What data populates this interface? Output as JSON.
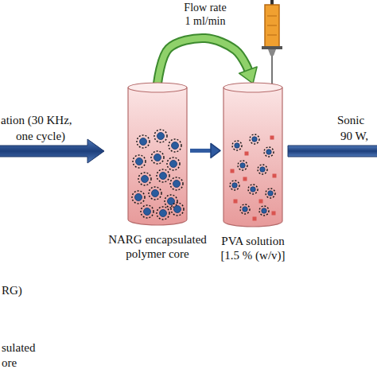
{
  "diagram": {
    "nodes": [
      {
        "text": [
          "NARG encapsulated polymer core"
        ]
      },
      {
        "text": [
          "PVA solution [1.5 % (w/v)]"
        ]
      }
    ],
    "edges": [
      {
        "from": 0,
        "to": 1,
        "label": "Flow rate 1 ml/min",
        "arrow": "to"
      },
      {
        "from": 0,
        "to": 1,
        "arrow": "to"
      }
    ],
    "labels": [
      "ation (30 KHz,",
      "one cycle)",
      "Sonic",
      "90 W,",
      "RG)",
      "sulated",
      "ore"
    ]
  }
}
